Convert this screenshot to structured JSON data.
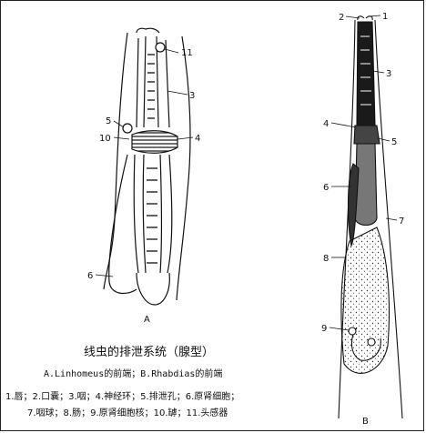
{
  "figure": {
    "title": "线虫的排泄系统（腺型）",
    "subtitle": "A.Linhomeus的前端；B.Rhabdias的前端",
    "legend_line1": "1.唇；2.口囊；3.咽；4.神经环；5.排泄孔；6.原肾细胞；",
    "legend_line2": "7.咽球；8.肠；9.原肾细胞核；10.罅；11.头感器"
  },
  "panel_a": {
    "panel_label": "A",
    "labels": {
      "l3": "3",
      "l4": "4",
      "l5": "5",
      "l6": "6",
      "l10": "10",
      "l11": "11"
    }
  },
  "panel_b": {
    "panel_label": "B",
    "labels": {
      "l1": "1",
      "l2": "2",
      "l3": "3",
      "l4": "4",
      "l5": "5",
      "l6": "6",
      "l7": "7",
      "l8": "8",
      "l9": "9"
    }
  }
}
